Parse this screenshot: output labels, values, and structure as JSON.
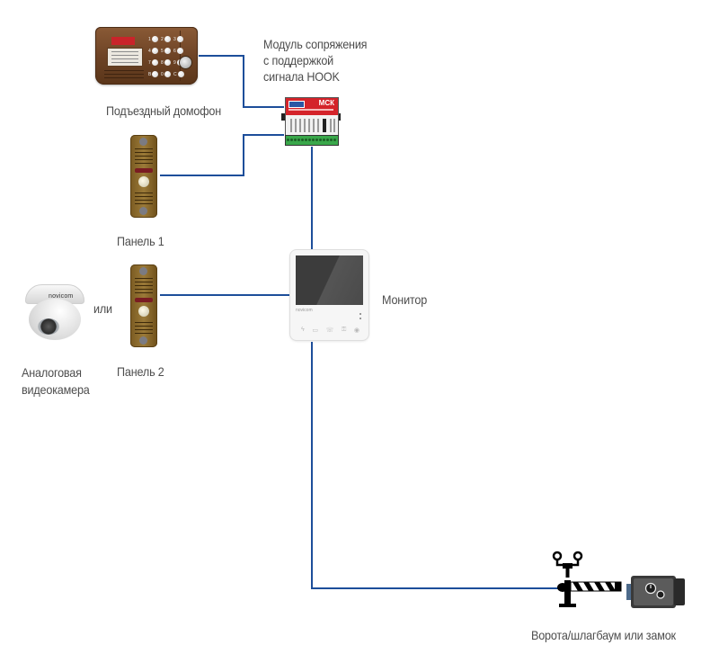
{
  "diagram": {
    "title": "Схема подключения видеодомофона",
    "wire_color": "#1d4e9a",
    "devices": {
      "intercom": {
        "label": "Подъездный домофон",
        "keypad_keys": [
          "1",
          "2",
          "3",
          "4",
          "5",
          "6",
          "7",
          "8",
          "9",
          "B",
          "0",
          "C"
        ]
      },
      "module": {
        "label_lines": [
          "Модуль сопряжения",
          "с поддержкой",
          "сигнала HOOK"
        ],
        "device_name": "МСК"
      },
      "panel1": {
        "label": "Панель 1"
      },
      "panel2": {
        "label": "Панель 2"
      },
      "or_text": "или",
      "camera": {
        "label_lines": [
          "Аналоговая",
          "видеокамера"
        ],
        "brand": "novicom"
      },
      "monitor": {
        "label": "Монитор",
        "brand": "novicom",
        "button_icons": [
          "ϟ",
          "▭",
          "☏",
          "⚿",
          "◉"
        ]
      },
      "gate": {
        "label": "Ворота/шлагбаум или замок"
      }
    },
    "connections": [
      {
        "from": "intercom",
        "to": "module"
      },
      {
        "from": "panel1",
        "to": "module"
      },
      {
        "from": "module",
        "to": "monitor"
      },
      {
        "from": "panel2",
        "to": "monitor"
      },
      {
        "from": "monitor",
        "to": "gate"
      }
    ]
  }
}
